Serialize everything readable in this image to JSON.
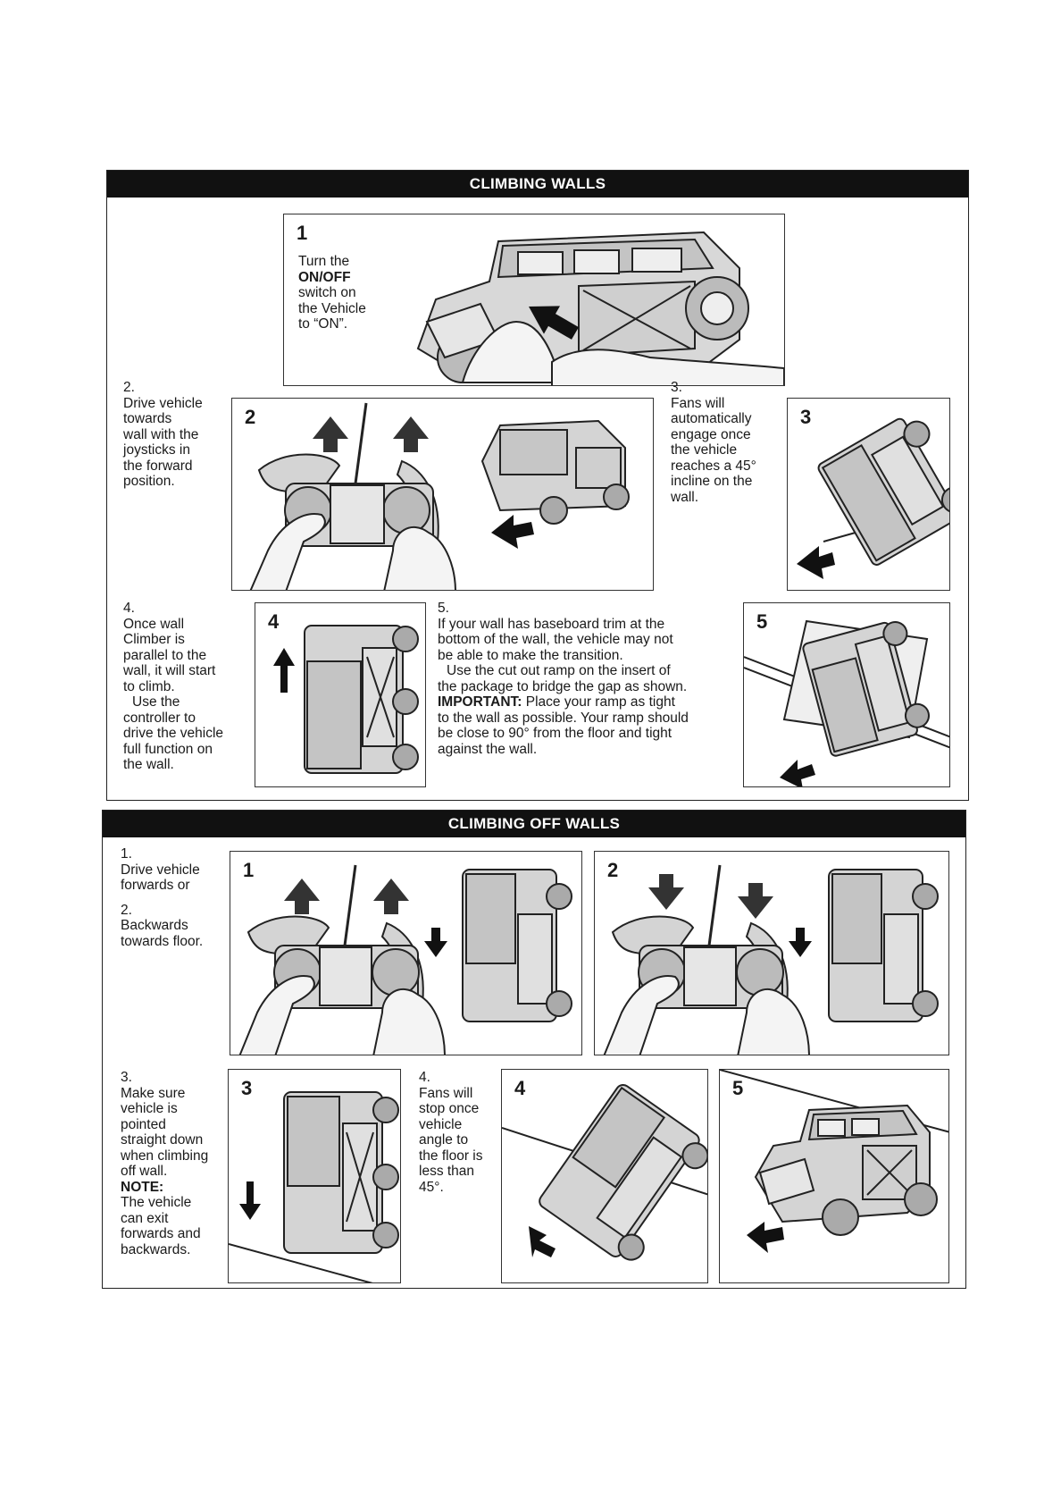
{
  "section_climbing": {
    "title": "CLIMBING WALLS",
    "panel1": {
      "number": "1",
      "line1": "Turn the",
      "line2": "ON/OFF",
      "line3": "switch on",
      "line4": "the Vehicle",
      "line5": "to “ON”."
    },
    "step2": {
      "number": "2.",
      "lines": [
        "Drive vehicle",
        "towards",
        "wall with the",
        "joysticks in",
        "the forward",
        "position."
      ],
      "panel_number": "2"
    },
    "step3": {
      "number": "3.",
      "lines": [
        "Fans will",
        "automatically",
        "engage once",
        "the vehicle",
        "reaches a 45°",
        "incline on the",
        "wall."
      ],
      "panel_number": "3"
    },
    "step4": {
      "number": "4.",
      "lines": [
        "Once wall",
        "Climber is",
        "parallel to the",
        "wall, it will start",
        "to climb."
      ],
      "lines2": [
        "Use the",
        "controller to",
        "drive the vehicle",
        "full function on",
        "the wall."
      ],
      "panel_number": "4"
    },
    "step5": {
      "number": "5.",
      "lines": [
        "If your wall has  baseboard trim at the",
        "bottom of the wall, the vehicle may not",
        "be able to make the transition."
      ],
      "lines2": [
        "Use the cut out ramp on the insert of",
        "the package to bridge the gap as shown."
      ],
      "important_label": "IMPORTANT:",
      "important_rest": " Place your ramp as tight",
      "lines3": [
        "to the wall as possible. Your ramp should",
        "be close to 90° from the floor and tight",
        "against the wall."
      ],
      "panel_number": "5"
    }
  },
  "section_off": {
    "title": "CLIMBING OFF WALLS",
    "step1": {
      "number": "1.",
      "lines": [
        "Drive vehicle",
        "forwards or"
      ]
    },
    "step2": {
      "number": "2.",
      "lines": [
        "Backwards",
        "towards floor."
      ]
    },
    "panel1_number": "1",
    "panel2_number": "2",
    "step3": {
      "number": "3.",
      "lines": [
        "Make sure",
        "vehicle is",
        "pointed",
        "straight down",
        "when climbing",
        "off wall."
      ],
      "note_label": "NOTE:",
      "lines2": [
        "The vehicle",
        "can exit",
        "forwards and",
        "backwards."
      ],
      "panel_number": "3"
    },
    "step4": {
      "number": "4.",
      "lines": [
        "Fans will",
        "stop once",
        "vehicle",
        "angle to",
        "the floor is",
        "less than",
        "45°."
      ],
      "panel_number": "4"
    },
    "panel5_number": "5"
  }
}
